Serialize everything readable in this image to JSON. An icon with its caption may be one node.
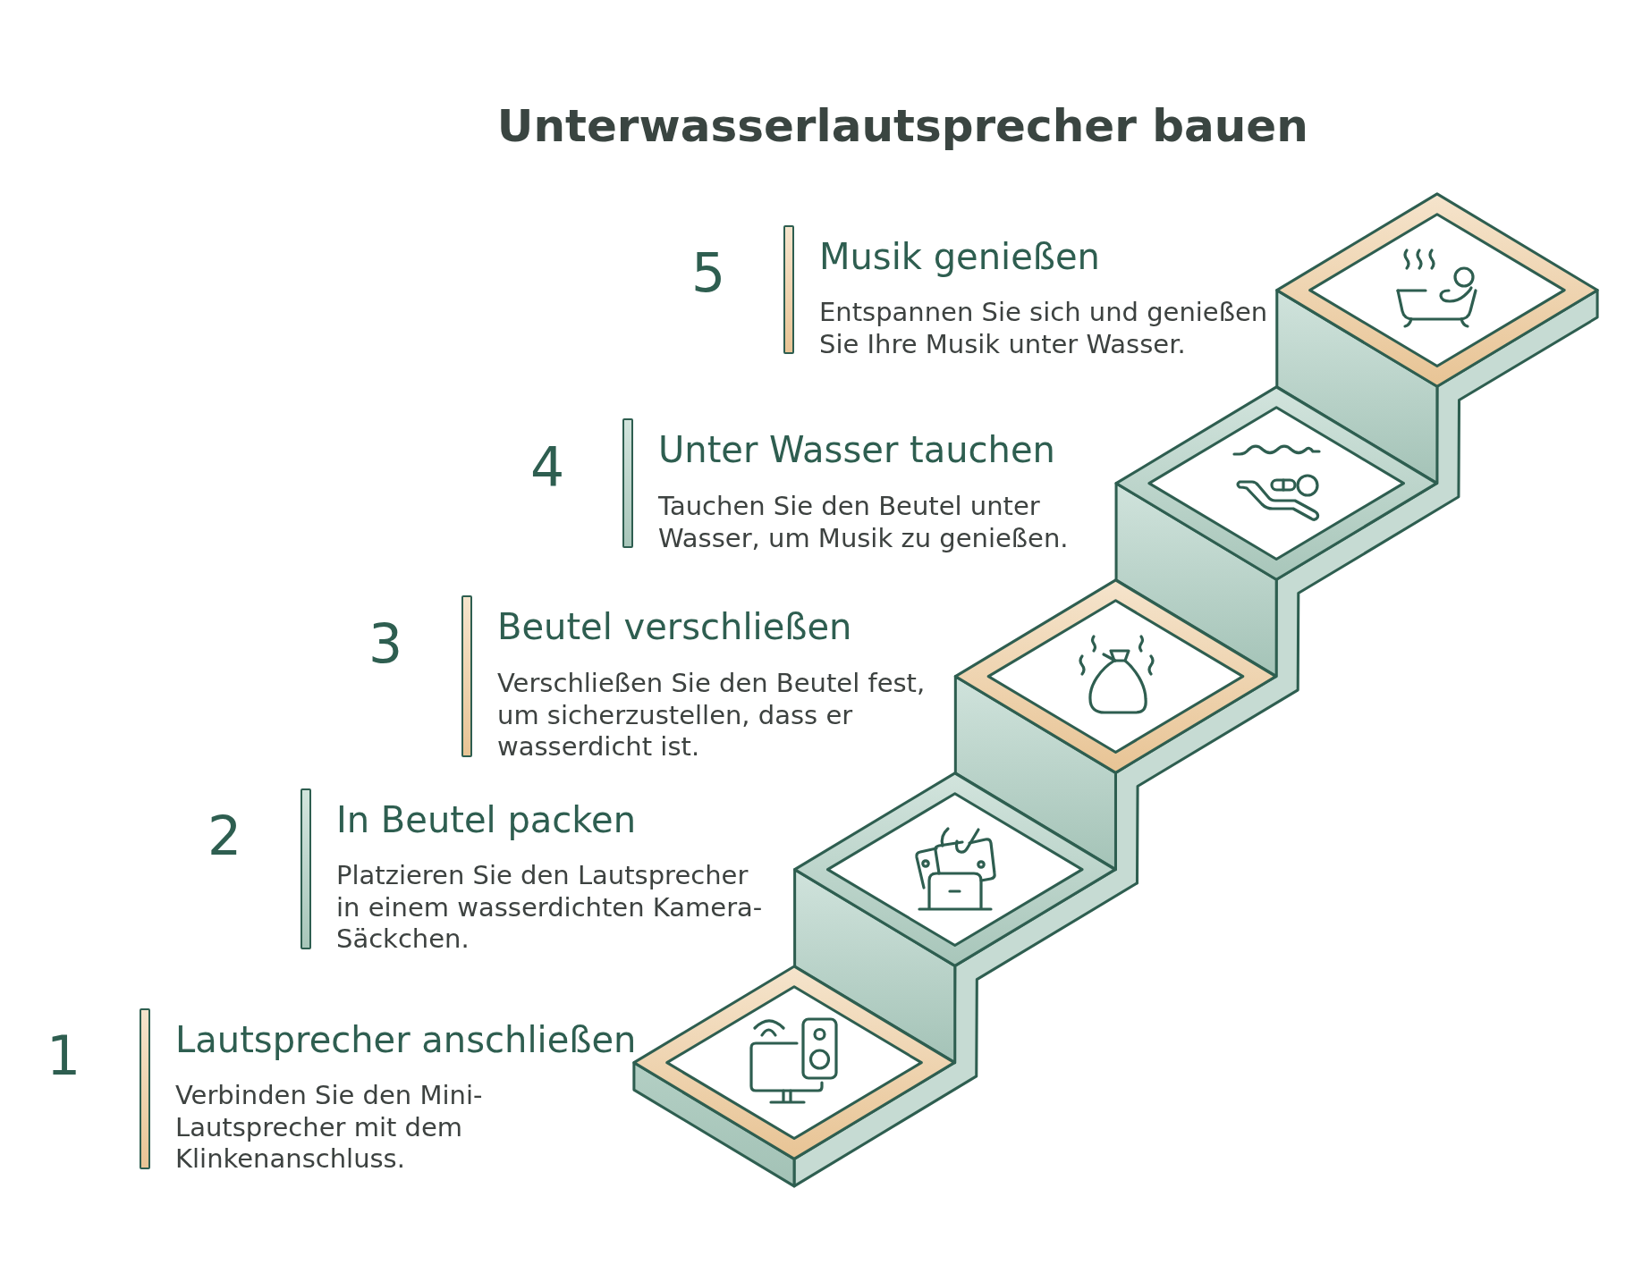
{
  "diagram": {
    "title": "Unterwasserlautsprecher bauen",
    "nodes": [
      {
        "text": [
          "Musik genießen",
          "Entspannen Sie sich und genießen Sie Ihre Musik unter Wasser."
        ],
        "beside": [
          "5"
        ]
      },
      {
        "text": [
          "Unter Wasser tauchen",
          "Tauchen Sie den Beutel unter Wasser, um Musik zu genießen."
        ],
        "beside": [
          "4"
        ]
      },
      {
        "text": [
          "Beutel verschließen",
          "Verschließen Sie den Beutel fest, um sicherzustellen, dass er wasserdicht ist."
        ],
        "beside": [
          "3"
        ]
      },
      {
        "text": [
          "In Beutel packen",
          "Platzieren Sie den Lautsprecher in einem wasserdichten Kamera-Säckchen."
        ],
        "beside": [
          "2"
        ]
      },
      {
        "text": [
          "Lautsprecher anschließen",
          "Verbinden Sie den Mini-Lautsprecher mit dem Klinkenanschluss."
        ],
        "beside": [
          "1"
        ]
      }
    ]
  }
}
